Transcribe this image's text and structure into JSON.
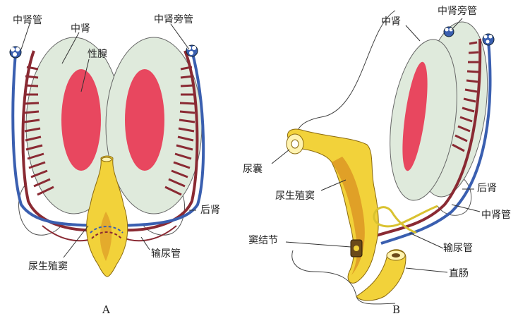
{
  "panel_a": {
    "letter": "A",
    "labels": {
      "mesonephric_duct": "中肾管",
      "mesonephros": "中肾",
      "paramesonephric_duct": "中肾旁管",
      "gonad": "性腺",
      "metanephros": "后肾",
      "ureter": "输尿管",
      "urogenital_sinus": "尿生殖窦"
    }
  },
  "panel_b": {
    "letter": "B",
    "labels": {
      "mesonephros": "中肾",
      "paramesonephric_duct": "中肾旁管",
      "allantois": "尿囊",
      "urogenital_sinus": "尿生殖窦",
      "sinus_tubercle": "窦结节",
      "metanephros": "后肾",
      "mesonephric_duct": "中肾管",
      "ureter": "输尿管",
      "rectum": "直肠"
    }
  },
  "colors": {
    "mesonephros_fill": "#dfeadc",
    "gonad_fill": "#e8475f",
    "mesonephric_duct": "#8a2a33",
    "paramesonephric_duct": "#3a5fb0",
    "sinus_fill": "#f2d23a",
    "sinus_shade": "#d98a20"
  }
}
